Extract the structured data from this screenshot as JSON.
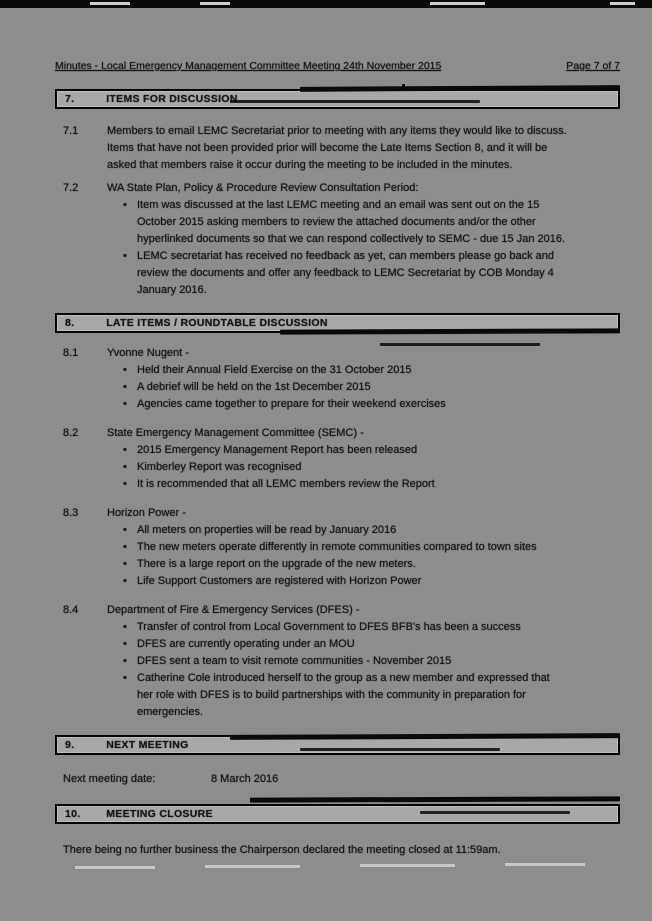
{
  "header": {
    "title": "Minutes - Local Emergency Management Committee Meeting 24th November 2015",
    "page_label": "Page 7 of 7"
  },
  "sections": [
    {
      "number": "7.",
      "title": "ITEMS FOR DISCUSSION",
      "items": [
        {
          "number": "7.1",
          "text": "Members to email LEMC Secretariat prior to meeting with any items they would like to discuss. Items that have not been provided prior will become the Late Items Section 8, and it will be asked that members raise it occur during the meeting to be included in the minutes.",
          "bullets": []
        },
        {
          "number": "7.2",
          "text": "WA State Plan, Policy & Procedure Review Consultation Period:",
          "bullets": [
            "Item was discussed at the last LEMC meeting and an email was sent out on the 15 October 2015 asking members to review the attached documents and/or the other hyperlinked documents so that we can respond collectively to SEMC - due 15 Jan 2016.",
            "LEMC secretariat has received no feedback as yet, can members please go back and review the documents and offer any feedback to LEMC Secretariat by COB Monday 4 January 2016."
          ]
        }
      ]
    },
    {
      "number": "8.",
      "title": "LATE ITEMS / ROUNDTABLE DISCUSSION",
      "items": [
        {
          "number": "8.1",
          "text": "Yvonne Nugent -",
          "bullets": [
            "Held their Annual Field Exercise on the 31 October 2015",
            "A debrief will be held on the 1st December 2015",
            "Agencies came together to prepare for their weekend exercises"
          ]
        },
        {
          "number": "8.2",
          "text": "State Emergency Management Committee (SEMC) -",
          "bullets": [
            "2015 Emergency Management Report has been released",
            "Kimberley Report was recognised",
            "It is recommended that all LEMC members review the Report"
          ]
        },
        {
          "number": "8.3",
          "text": "Horizon Power -",
          "bullets": [
            "All meters on properties will be read by January 2016",
            "The new meters operate differently in remote communities compared to town sites",
            "There is a large report on the upgrade of the new meters.",
            "Life Support Customers are registered with Horizon Power"
          ]
        },
        {
          "number": "8.4",
          "text": "Department of Fire & Emergency Services (DFES) -",
          "bullets": [
            "Transfer of control from Local Government to DFES BFB's has been a success",
            "DFES are currently operating under an MOU",
            "DFES sent a team to visit remote communities - November 2015",
            "Catherine Cole introduced herself to the group as a new member and expressed that her role with DFES is to build partnerships with the community in preparation for emergencies."
          ]
        }
      ]
    },
    {
      "number": "9.",
      "title": "NEXT MEETING",
      "field_label": "Next meeting date:",
      "field_value": "8 March 2016"
    },
    {
      "number": "10.",
      "title": "MEETING CLOSURE",
      "closing": "There being no further business the Chairperson declared the meeting closed at 11:59am."
    }
  ]
}
